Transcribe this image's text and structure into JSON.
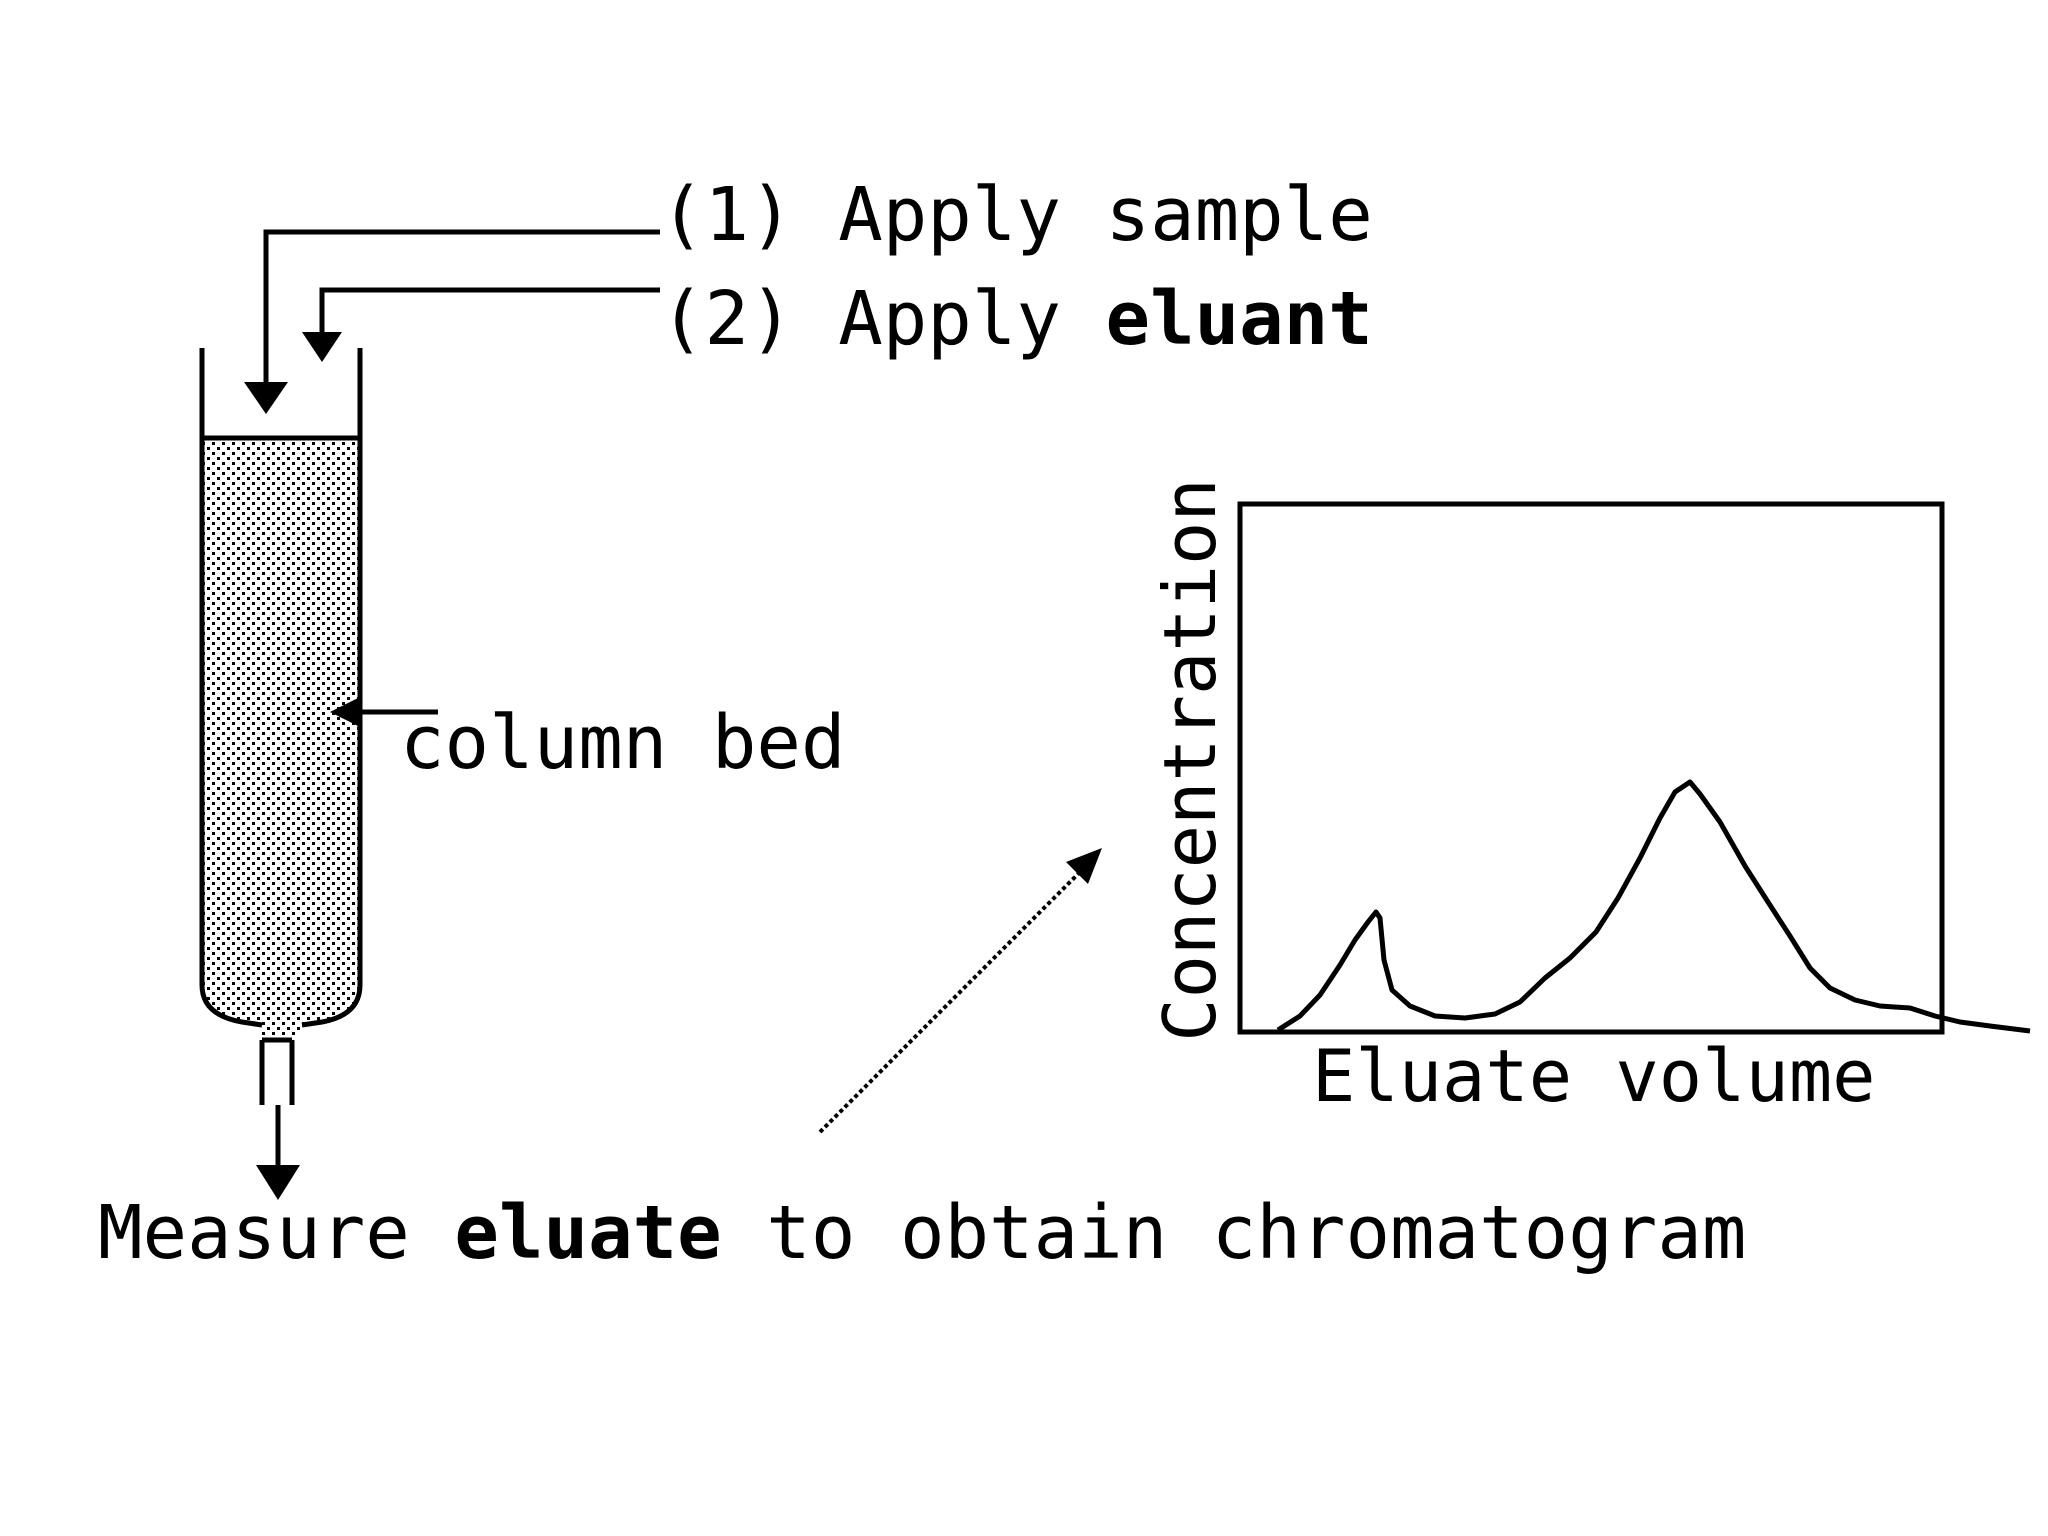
{
  "steps": {
    "step1": {
      "prefix": "(1) Apply sample"
    },
    "step2": {
      "prefix": "(2) Apply ",
      "bold": "eluant"
    }
  },
  "column": {
    "label": "column bed"
  },
  "measure": {
    "prefix": "Measure ",
    "bold": "eluate",
    "suffix": " to obtain chromatogram"
  },
  "chromatogram": {
    "xlabel": "Eluate volume",
    "ylabel": "Concentration"
  },
  "colors": {
    "ink": "#000000",
    "background": "#ffffff"
  }
}
